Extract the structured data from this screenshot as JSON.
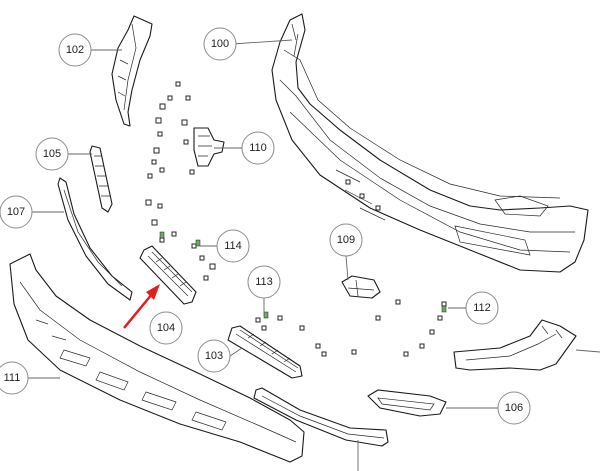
{
  "callouts": [
    {
      "id": "c100",
      "label": "100"
    },
    {
      "id": "c102",
      "label": "102"
    },
    {
      "id": "c103",
      "label": "103"
    },
    {
      "id": "c104",
      "label": "104"
    },
    {
      "id": "c105",
      "label": "105"
    },
    {
      "id": "c106",
      "label": "106"
    },
    {
      "id": "c107",
      "label": "107"
    },
    {
      "id": "c109",
      "label": "109"
    },
    {
      "id": "c110",
      "label": "110"
    },
    {
      "id": "c111",
      "label": "111"
    },
    {
      "id": "c112",
      "label": "112"
    },
    {
      "id": "c113",
      "label": "113"
    },
    {
      "id": "c114",
      "label": "114"
    }
  ],
  "highlight_arrow_color": "#e02020",
  "highlighted_part": "104"
}
